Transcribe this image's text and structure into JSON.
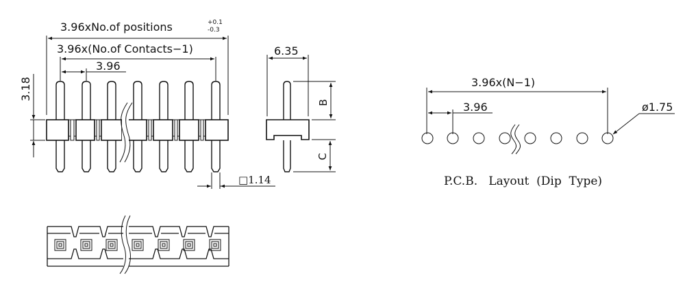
{
  "front_view": {
    "overall_width_label": "3.96xNo.of  positions",
    "tolerance_plus": "+0.1",
    "tolerance_minus": "-0.3",
    "contacts_span_label": "3.96x(No.of  Contacts−1)",
    "pitch_label": "3.96",
    "body_height_label": "3.18",
    "pin_square_label": "□1.14",
    "pin_count_shown": 7
  },
  "side_view": {
    "depth_label": "6.35",
    "upper_pin_label": "B",
    "lower_pin_label": "C"
  },
  "pcb_layout": {
    "span_label": "3.96x(N−1)",
    "pitch_label": "3.96",
    "hole_diameter_label": "ø1.75",
    "caption": "P.C.B.   Layout  (Dip  Type)",
    "holes_shown": 8
  },
  "bottom_view": {
    "positions_shown": 7
  }
}
